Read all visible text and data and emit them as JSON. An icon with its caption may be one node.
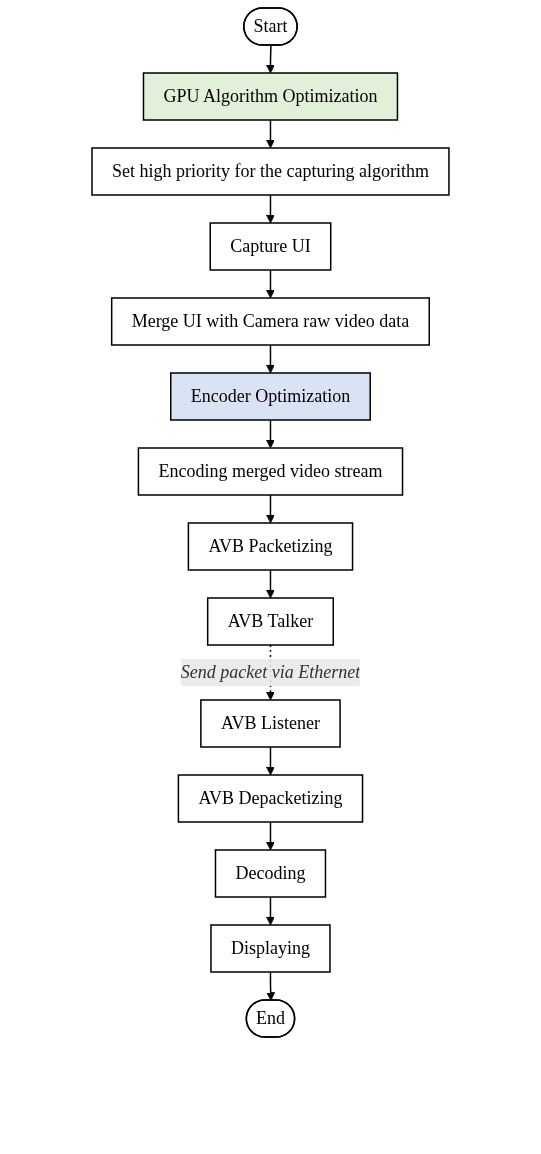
{
  "diagram": {
    "nodes": [
      {
        "text": [
          "Start"
        ]
      },
      {
        "text": [
          "GPU Algorithm Optimization"
        ]
      },
      {
        "text": [
          "Set high priority for the capturing algorithm"
        ]
      },
      {
        "text": [
          "Capture UI"
        ]
      },
      {
        "text": [
          "Merge UI with Camera raw video data"
        ]
      },
      {
        "text": [
          "Encoder Optimization"
        ]
      },
      {
        "text": [
          "Encoding merged video stream"
        ]
      },
      {
        "text": [
          "AVB Packetizing"
        ]
      },
      {
        "text": [
          "AVB Talker"
        ]
      },
      {
        "text": [
          "AVB Listener"
        ]
      },
      {
        "text": [
          "AVB Depacketizing"
        ]
      },
      {
        "text": [
          "Decoding"
        ]
      },
      {
        "text": [
          "Displaying"
        ]
      },
      {
        "text": [
          "End"
        ]
      }
    ],
    "edges": [
      {
        "from": 0,
        "to": 1,
        "arrow": "to"
      },
      {
        "from": 1,
        "to": 2,
        "arrow": "to"
      },
      {
        "from": 2,
        "to": 3,
        "arrow": "to"
      },
      {
        "from": 3,
        "to": 4,
        "arrow": "to"
      },
      {
        "from": 4,
        "to": 5,
        "arrow": "to"
      },
      {
        "from": 5,
        "to": 6,
        "arrow": "to"
      },
      {
        "from": 6,
        "to": 7,
        "arrow": "to"
      },
      {
        "from": 7,
        "to": 8,
        "arrow": "to"
      },
      {
        "from": 8,
        "to": 9,
        "arrow": "to",
        "label": "Send packet via Ethernet",
        "style": "dashed"
      },
      {
        "from": 9,
        "to": 10,
        "arrow": "to"
      },
      {
        "from": 10,
        "to": 11,
        "arrow": "to"
      },
      {
        "from": 11,
        "to": 12,
        "arrow": "to"
      },
      {
        "from": 12,
        "to": 13,
        "arrow": "to"
      }
    ]
  }
}
